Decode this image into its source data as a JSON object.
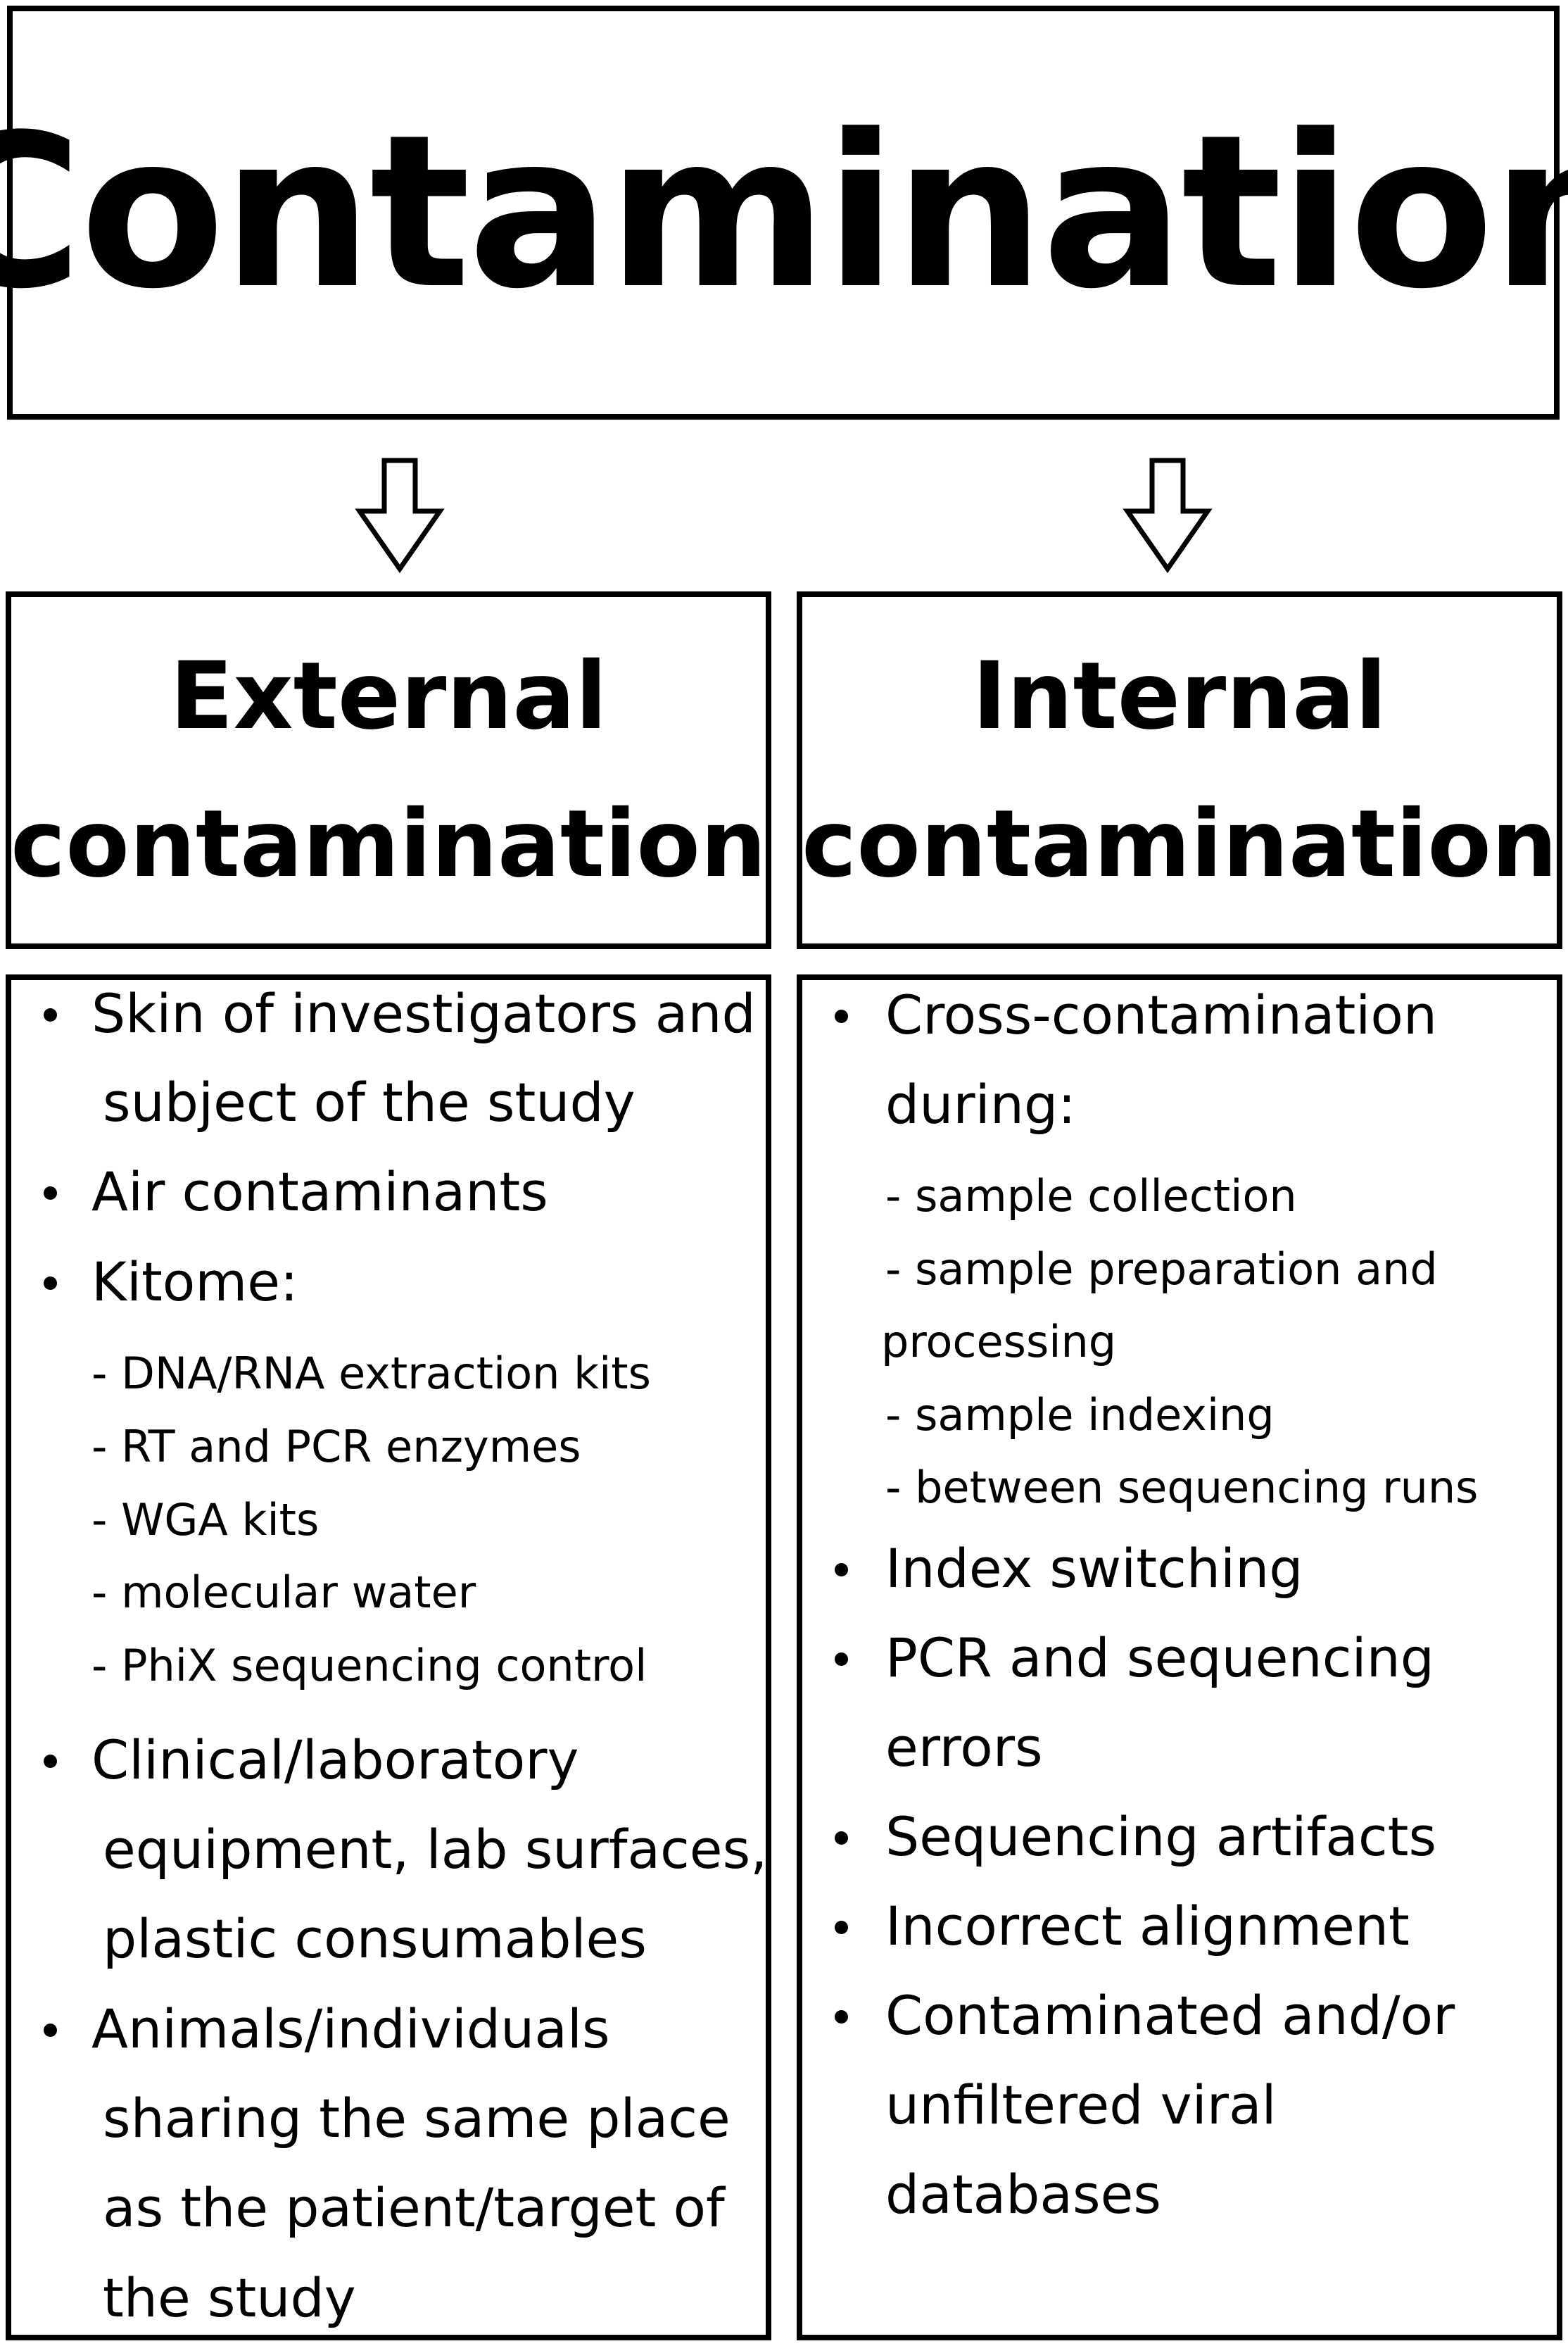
{
  "title": "Contamination",
  "columns": [
    {
      "heading": [
        "External",
        "contamination"
      ],
      "lines": [
        {
          "text": "Skin of investigators and",
          "level": 1,
          "bullet": true
        },
        {
          "text": "subject of the study",
          "level": 1,
          "bullet": false
        },
        {
          "text": "Air contaminants",
          "level": 1,
          "bullet": true
        },
        {
          "text": "Kitome:",
          "level": 1,
          "bullet": true
        },
        {
          "text": "- DNA/RNA extraction kits",
          "level": 2,
          "bullet": false
        },
        {
          "text": "- RT and PCR enzymes",
          "level": 2,
          "bullet": false
        },
        {
          "text": "- WGA  kits",
          "level": 2,
          "bullet": false
        },
        {
          "text": "- molecular water",
          "level": 2,
          "bullet": false
        },
        {
          "text": "- PhiX sequencing control",
          "level": 2,
          "bullet": false
        },
        {
          "text": "Clinical/laboratory",
          "level": 1,
          "bullet": true
        },
        {
          "text": "equipment, lab surfaces,",
          "level": 1,
          "bullet": false
        },
        {
          "text": "plastic consumables",
          "level": 1,
          "bullet": false
        },
        {
          "text": "Animals/individuals",
          "level": 1,
          "bullet": true
        },
        {
          "text": "sharing the same place",
          "level": 1,
          "bullet": false
        },
        {
          "text": "as the patient/target of",
          "level": 1,
          "bullet": false
        },
        {
          "text": "the study",
          "level": 1,
          "bullet": false
        }
      ]
    },
    {
      "heading": [
        "Internal",
        "contamination"
      ],
      "lines": [
        {
          "text": "Cross-contamination",
          "level": 1,
          "bullet": true
        },
        {
          "text": "during:",
          "level": 1,
          "bullet": false
        },
        {
          "text": "- sample collection",
          "level": 2,
          "bullet": false
        },
        {
          "text": "- sample preparation and",
          "level": 2,
          "bullet": false
        },
        {
          "text": "processing",
          "level": 2,
          "bullet": false
        },
        {
          "text": "- sample indexing",
          "level": 2,
          "bullet": false
        },
        {
          "text": "- between sequencing runs",
          "level": 2,
          "bullet": false
        },
        {
          "text": "Index switching",
          "level": 1,
          "bullet": true
        },
        {
          "text": "PCR and sequencing",
          "level": 1,
          "bullet": true
        },
        {
          "text": "errors",
          "level": 1,
          "bullet": false
        },
        {
          "text": "Sequencing artifacts",
          "level": 1,
          "bullet": true
        },
        {
          "text": "Incorrect alignment",
          "level": 1,
          "bullet": true
        },
        {
          "text": "Contaminated and/or",
          "level": 1,
          "bullet": true
        },
        {
          "text": "unfiltered viral",
          "level": 1,
          "bullet": false
        },
        {
          "text": "databases",
          "level": 1,
          "bullet": false
        }
      ]
    }
  ],
  "icons": {
    "arrow_left": "down-arrow-icon",
    "arrow_right": "down-arrow-icon"
  }
}
